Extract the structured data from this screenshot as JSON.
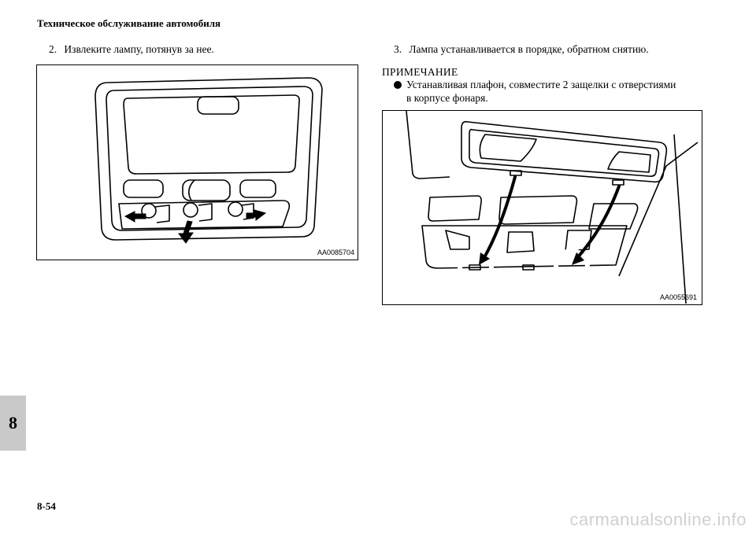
{
  "header": {
    "title": "Техническое обслуживание автомобиля"
  },
  "left_column": {
    "step_number": "2.",
    "step_text": "Извлеките лампу, потянув за нее.",
    "figure_code": "AA0085704"
  },
  "right_column": {
    "step_number": "3.",
    "step_text": "Лампа устанавливается в порядке, обратном снятию.",
    "note_title": "ПРИМЕЧАНИЕ",
    "note_line1": "Устанавливая плафон, совместите 2 защелки с отверстиями",
    "note_line2": "в корпусе фонаря.",
    "figure_code": "AA0055691"
  },
  "chapter_tab": "8",
  "page_number": "8-54",
  "watermark": "carmanualsonline.info"
}
